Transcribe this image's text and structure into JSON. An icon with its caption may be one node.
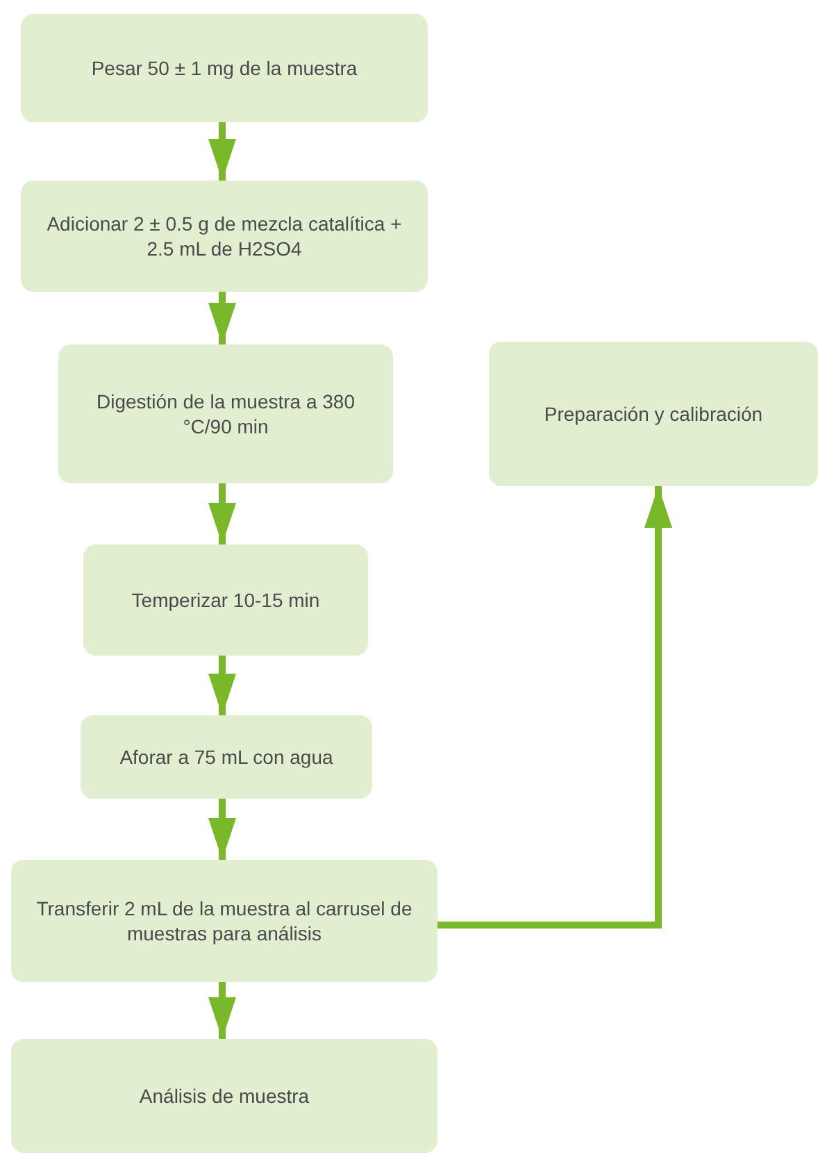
{
  "diagram": {
    "nodes": [
      {
        "text": [
          "Pesar 50 ± 1 mg de la muestra"
        ]
      },
      {
        "text": [
          "Adicionar 2 ± 0.5 g de mezcla catalítica + 2.5 mL de H2SO4"
        ]
      },
      {
        "text": [
          "Digestión de la muestra a 380 °C/90 min"
        ]
      },
      {
        "text": [
          "Temperizar 10-15 min"
        ]
      },
      {
        "text": [
          "Aforar a 75 mL con agua"
        ]
      },
      {
        "text": [
          "Transferir 2 mL de la muestra al carrusel de muestras para análisis"
        ]
      },
      {
        "text": [
          "Análisis de muestra"
        ]
      },
      {
        "text": [
          "Preparación y calibración"
        ]
      }
    ],
    "edges": [
      {
        "from": 0,
        "to": 1,
        "arrow": "to"
      },
      {
        "from": 1,
        "to": 2,
        "arrow": "to"
      },
      {
        "from": 2,
        "to": 3,
        "arrow": "to"
      },
      {
        "from": 3,
        "to": 4,
        "arrow": "to"
      },
      {
        "from": 4,
        "to": 5,
        "arrow": "to"
      },
      {
        "from": 5,
        "to": 6,
        "arrow": "to"
      },
      {
        "from": 5,
        "to": 7,
        "arrow": "to"
      }
    ]
  }
}
